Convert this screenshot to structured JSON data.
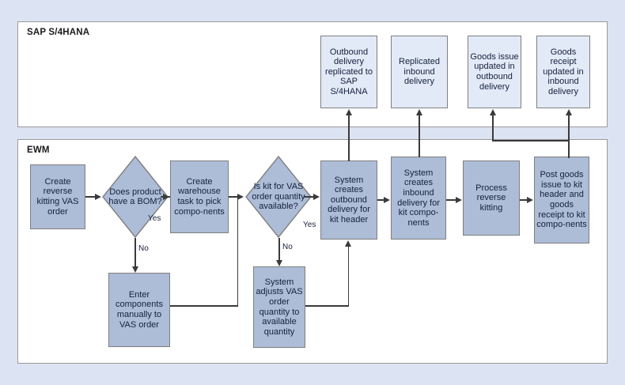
{
  "diagram": {
    "title_present": false,
    "colors": {
      "canvas": "#dce3f2",
      "lane_fill": "#ffffff",
      "lane_border": "#9a9a9a",
      "sap_node_fill": "#e3eaf7",
      "ewm_node_fill": "#adbcd7",
      "node_border": "#7f7f7f",
      "connector": "#3a3a3a",
      "text": "#14213d"
    },
    "lanes": [
      {
        "id": "sap",
        "label": "SAP S/4HANA"
      },
      {
        "id": "ewm",
        "label": "EWM"
      }
    ],
    "sap_nodes": [
      {
        "id": "sap1",
        "label": "Outbound delivery replicated to SAP S/4HANA"
      },
      {
        "id": "sap2",
        "label": "Replicated inbound delivery"
      },
      {
        "id": "sap3",
        "label": "Goods issue updated in outbound delivery"
      },
      {
        "id": "sap4",
        "label": "Goods receipt updated in inbound delivery"
      }
    ],
    "ewm_nodes": [
      {
        "id": "e1",
        "label": "Create reverse kitting VAS order"
      },
      {
        "id": "e2",
        "label": "Create warehouse task to pick compo-nents"
      },
      {
        "id": "e3",
        "label": "Enter components manually to VAS order"
      },
      {
        "id": "e4",
        "label": "System creates outbound delivery for kit header"
      },
      {
        "id": "e5",
        "label": "System creates inbound delivery for kit compo-nents"
      },
      {
        "id": "e6",
        "label": "Process reverse kitting"
      },
      {
        "id": "e7",
        "label": "Post goods issue to kit header and goods receipt to kit compo-nents"
      },
      {
        "id": "e8",
        "label": "System adjusts VAS order quantity to available quantity"
      }
    ],
    "decisions": [
      {
        "id": "d1",
        "label": "Does product have a BOM?"
      },
      {
        "id": "d2",
        "label": "Is kit for VAS order quantity available?"
      }
    ],
    "edge_labels": {
      "d1_yes": "Yes",
      "d1_no": "No",
      "d2_yes": "Yes",
      "d2_no": "No"
    }
  }
}
